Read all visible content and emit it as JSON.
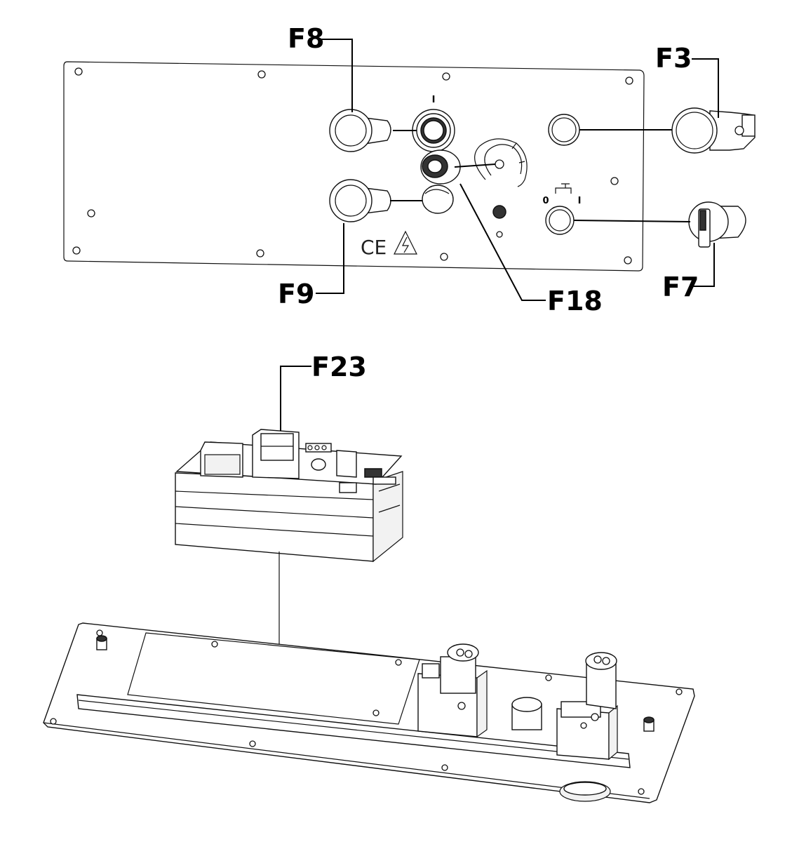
{
  "callouts": {
    "f8": "F8",
    "f3": "F3",
    "f9": "F9",
    "f18": "F18",
    "f7": "F7",
    "f23": "F23"
  },
  "panel_marks": {
    "switch_on": "I",
    "selector_off": "0",
    "selector_on": "I",
    "ce": "CE"
  },
  "colors": {
    "line": "#000000",
    "background": "#ffffff"
  },
  "icons": [
    "warning-lightning-icon",
    "tap-water-icon"
  ]
}
